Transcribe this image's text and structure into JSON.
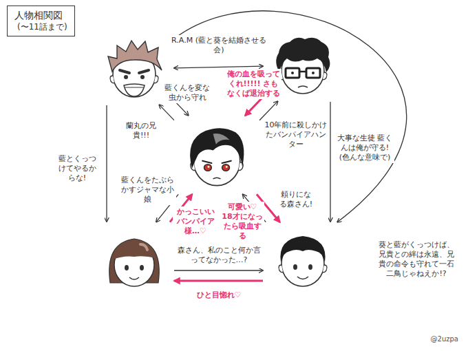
{
  "diagram": {
    "nodes": [
      {
        "text": [
          "人物相関図",
          "(〜11話まで)"
        ]
      },
      {
        "text": []
      },
      {
        "text": []
      },
      {
        "text": []
      },
      {
        "text": []
      },
      {
        "text": []
      }
    ],
    "edges": [
      {
        "from": 1,
        "to": 2,
        "arrow": "both",
        "label": "R.A.M (藍と葵を結婚させる会)"
      },
      {
        "from": 1,
        "to": 3,
        "arrow": "to",
        "label": "藍くんを変な虫から守れ"
      },
      {
        "from": 3,
        "to": 1,
        "arrow": "to",
        "label": "蘭丸の兄貴!!!"
      },
      {
        "from": 2,
        "to": 3,
        "arrow": "to",
        "label": "俺の血を吸ってくれ!!!!! さもなくば退治する"
      },
      {
        "from": 3,
        "to": 2,
        "arrow": "to",
        "label": "10年前に殺しかけたバンパイアハンター"
      },
      {
        "from": 1,
        "to": 4,
        "arrow": "to",
        "label": "藍とくっつけてやるからな!"
      },
      {
        "from": 3,
        "to": 4,
        "arrow": "to",
        "label": "藍くんをたぶらかすジャマな小娘"
      },
      {
        "from": 4,
        "to": 3,
        "arrow": "to",
        "label": "かっこいいバンパイア様…♡"
      },
      {
        "from": 3,
        "to": 5,
        "arrow": "to",
        "label": "可愛い♡ 18才になったら吸血する"
      },
      {
        "from": 5,
        "to": 3,
        "arrow": "to",
        "label": "頼りになる森さん!"
      },
      {
        "from": 4,
        "to": 5,
        "arrow": "to",
        "label": "森さん、私のこと何か言ってなかった…?"
      },
      {
        "from": 5,
        "to": 4,
        "arrow": "to",
        "label": "ひと目惚れ♡"
      },
      {
        "from": 2,
        "to": 5,
        "arrow": "to",
        "label": "大事な生徒 藍くんは俺が守る! (色んな意味で)"
      },
      {
        "from": 1,
        "to": 5,
        "arrow": "to",
        "label": "葵と藍がくっつけば、兄貴との絆は永遠、兄貴の命令も守れて一石二鳥じゃねえか!?"
      }
    ],
    "labels": [
      "@2uzpa"
    ]
  }
}
